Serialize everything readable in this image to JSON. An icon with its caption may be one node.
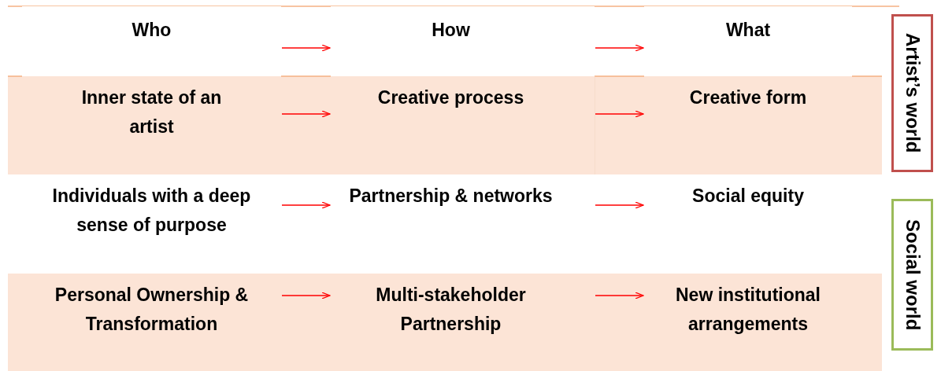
{
  "diagram": {
    "nodes": [
      {
        "text": [
          "Who"
        ]
      },
      {
        "text": [
          "How"
        ]
      },
      {
        "text": [
          "What"
        ]
      },
      {
        "text": [
          "Inner state of an artist"
        ]
      },
      {
        "text": [
          "Creative process"
        ]
      },
      {
        "text": [
          "Creative form"
        ]
      },
      {
        "text": [
          "Individuals with a deep sense of purpose"
        ]
      },
      {
        "text": [
          "Partnership & networks"
        ]
      },
      {
        "text": [
          "Social equity"
        ]
      },
      {
        "text": [
          "Personal Ownership & Transformation"
        ]
      },
      {
        "text": [
          "Multi-stakeholder Partnership"
        ]
      },
      {
        "text": [
          "New institutional arrangements"
        ]
      },
      {
        "text": [
          "Artist’s world"
        ]
      },
      {
        "text": [
          "Social world"
        ]
      }
    ],
    "edges": [
      {
        "from": 0,
        "to": 1,
        "arrow": "to"
      },
      {
        "from": 1,
        "to": 2,
        "arrow": "to"
      },
      {
        "from": 3,
        "to": 4,
        "arrow": "to"
      },
      {
        "from": 4,
        "to": 5,
        "arrow": "to"
      },
      {
        "from": 6,
        "to": 7,
        "arrow": "to"
      },
      {
        "from": 7,
        "to": 8,
        "arrow": "to"
      },
      {
        "from": 9,
        "to": 10,
        "arrow": "to"
      },
      {
        "from": 10,
        "to": 11,
        "arrow": "to"
      }
    ]
  }
}
